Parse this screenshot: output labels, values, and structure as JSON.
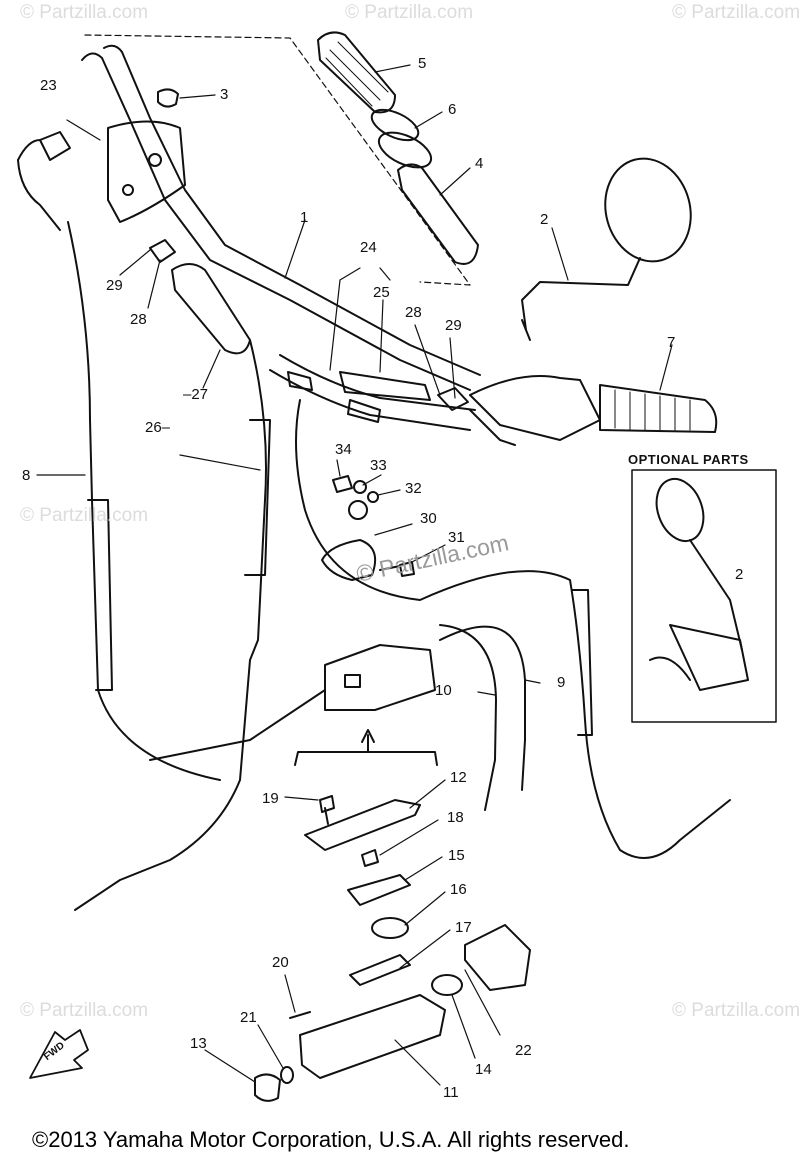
{
  "watermarks": {
    "corner_text": "© Partzilla.com",
    "center_text": "© Partzilla.com"
  },
  "optional_parts_title": "OPTIONAL PARTS",
  "fwd_label": "FWD",
  "copyright": "©2013  Yamaha Motor Corporation, U.S.A. All rights reserved.",
  "callouts": [
    "1",
    "2",
    "3",
    "4",
    "5",
    "6",
    "7",
    "8",
    "9",
    "10",
    "11",
    "12",
    "13",
    "14",
    "15",
    "16",
    "17",
    "18",
    "19",
    "20",
    "21",
    "22",
    "23",
    "24",
    "25",
    "26",
    "27",
    "28",
    "29",
    "30",
    "31",
    "32",
    "33",
    "34",
    "2"
  ],
  "callout_prefixes": {
    "c26": "26–",
    "c27": "–27"
  },
  "colors": {
    "ink": "#111111",
    "watermark": "#dcdcdc",
    "background": "#ffffff"
  }
}
